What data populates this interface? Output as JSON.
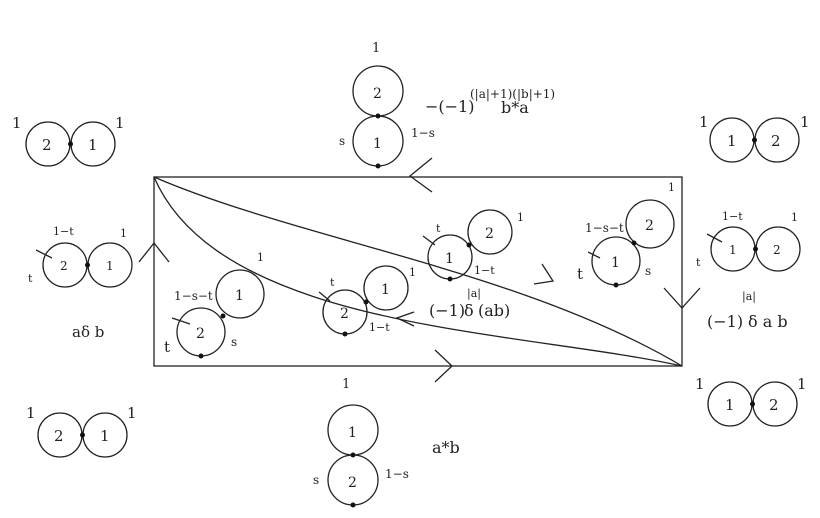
{
  "diagram": {
    "formulas": {
      "top": {
        "prefix": "−(−1)",
        "exponent": "(|a|+1)(|b|+1)",
        "body": "b*a"
      },
      "middle": {
        "prefix": "(−1)",
        "exponent": "|a|",
        "delta": "δ",
        "body": "(ab)"
      },
      "right": {
        "prefix": "(−1)",
        "exponent": "|a|",
        "body": "δ a b"
      },
      "left": "aδ b",
      "bottom": "a*b"
    },
    "circle_labels": {
      "one": "1",
      "two": "2",
      "s": "s",
      "t": "t",
      "one_minus_s": "1−s",
      "one_minus_t": "1−t",
      "one_minus_s_minus_t": "1−s−t"
    }
  }
}
